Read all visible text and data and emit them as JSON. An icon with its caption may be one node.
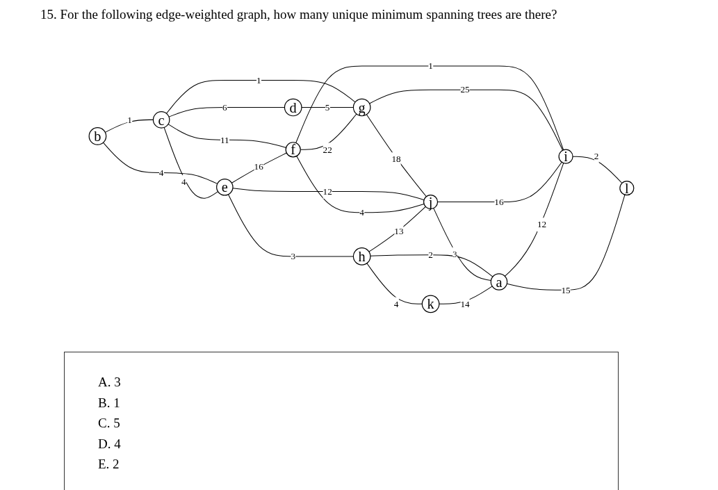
{
  "diagram": {
    "title": "15. For the following edge-weighted graph, how many unique minimum spanning trees are there?",
    "nodes": [
      {
        "text": [
          "b"
        ]
      },
      {
        "text": [
          "c"
        ]
      },
      {
        "text": [
          "d"
        ]
      },
      {
        "text": [
          "e"
        ]
      },
      {
        "text": [
          "f"
        ]
      },
      {
        "text": [
          "g"
        ]
      },
      {
        "text": [
          "h"
        ]
      },
      {
        "text": [
          "j"
        ]
      },
      {
        "text": [
          "i"
        ]
      },
      {
        "text": [
          "k"
        ]
      },
      {
        "text": [
          "a"
        ]
      },
      {
        "text": [
          "l"
        ]
      }
    ],
    "edges": [
      {
        "from": 0,
        "to": 1,
        "arrow": "none",
        "label": "1"
      },
      {
        "from": 1,
        "to": 2,
        "arrow": "none",
        "label": "6"
      },
      {
        "from": 0,
        "to": 3,
        "arrow": "none",
        "label": "4"
      },
      {
        "from": 1,
        "to": 3,
        "arrow": "none",
        "label": "4"
      },
      {
        "from": 1,
        "to": 4,
        "arrow": "none",
        "label": "11"
      },
      {
        "from": 1,
        "to": 5,
        "arrow": "none",
        "label": "1"
      },
      {
        "from": 2,
        "to": 5,
        "arrow": "none",
        "label": "5"
      },
      {
        "from": 3,
        "to": 4,
        "arrow": "none",
        "label": "16"
      },
      {
        "from": 4,
        "to": 5,
        "arrow": "none",
        "label": "22"
      },
      {
        "from": 4,
        "to": 8,
        "arrow": "none",
        "label": "1"
      },
      {
        "from": 5,
        "to": 7,
        "arrow": "none",
        "label": "18"
      },
      {
        "from": 3,
        "to": 7,
        "arrow": "none",
        "label": "12"
      },
      {
        "from": 4,
        "to": 7,
        "arrow": "none",
        "label": "4"
      },
      {
        "from": 5,
        "to": 8,
        "arrow": "none",
        "label": "25"
      },
      {
        "from": 3,
        "to": 6,
        "arrow": "none",
        "label": "3"
      },
      {
        "from": 6,
        "to": 7,
        "arrow": "none",
        "label": "13"
      },
      {
        "from": 7,
        "to": 8,
        "arrow": "none",
        "label": "16"
      },
      {
        "from": 6,
        "to": 9,
        "arrow": "none",
        "label": "4"
      },
      {
        "from": 6,
        "to": 10,
        "arrow": "none",
        "label": "2"
      },
      {
        "from": 7,
        "to": 10,
        "arrow": "none",
        "label": "3"
      },
      {
        "from": 10,
        "to": 8,
        "arrow": "none",
        "label": "12"
      },
      {
        "from": 8,
        "to": 11,
        "arrow": "none",
        "label": "2"
      },
      {
        "from": 9,
        "to": 10,
        "arrow": "none",
        "label": "14"
      },
      {
        "from": 10,
        "to": 11,
        "arrow": "none",
        "label": "15"
      }
    ],
    "labels": [
      "A. 3",
      "B. 1",
      "C. 5",
      "D. 4",
      "E. 2"
    ]
  }
}
